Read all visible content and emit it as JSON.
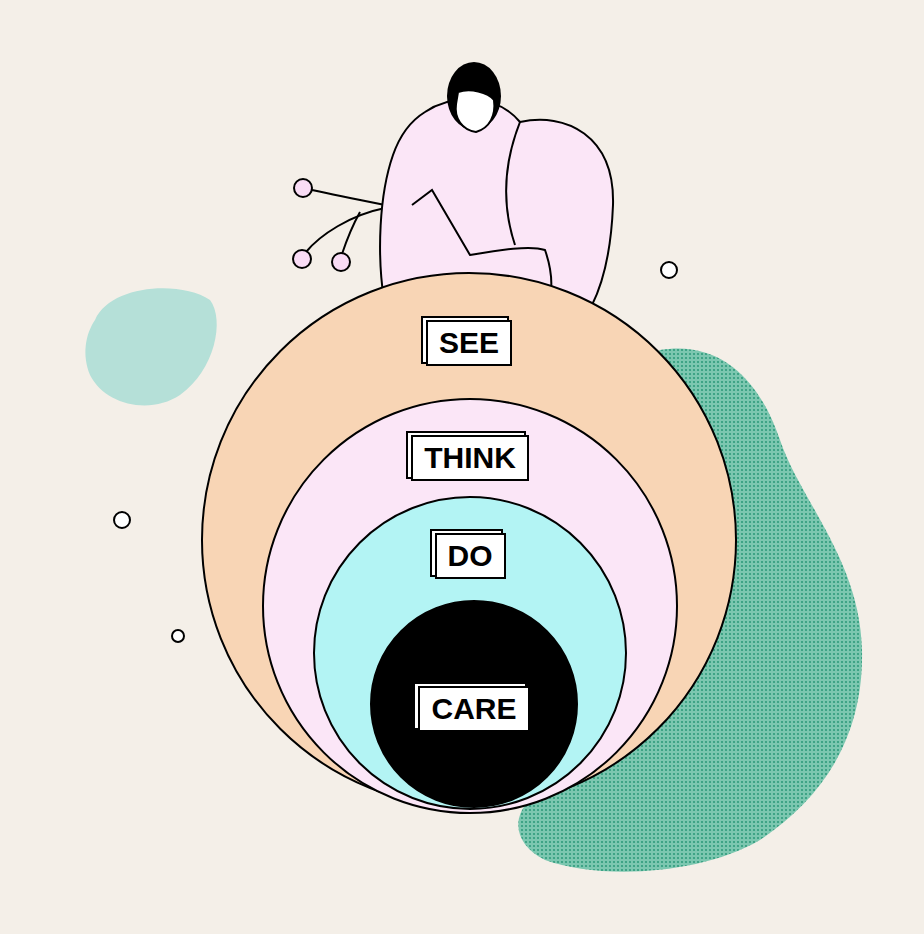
{
  "diagram": {
    "nodes": [
      {
        "text": [
          "SEE"
        ]
      },
      {
        "text": [
          "THINK"
        ],
        "in": 0
      },
      {
        "text": [
          "DO"
        ],
        "in": 1
      },
      {
        "text": [
          "CARE"
        ],
        "in": 2
      }
    ]
  }
}
